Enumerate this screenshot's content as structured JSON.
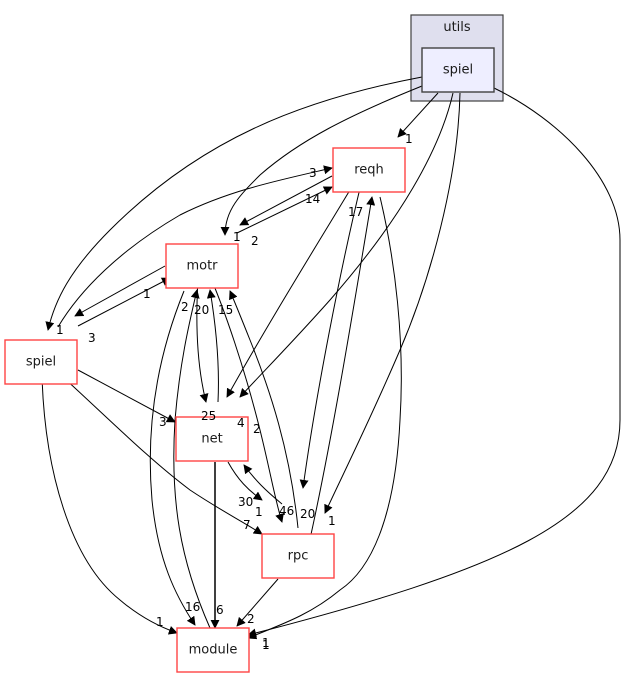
{
  "graph": {
    "type": "directory-dependency-graph",
    "colors": {
      "cluster_fill": "#dfdfee",
      "cluster_stroke": "#404040",
      "focus_fill": "#eeeeff",
      "focus_stroke": "#404040",
      "node_fill": "#ffffff",
      "node_stroke": "#ff4444",
      "edge": "#000000"
    },
    "cluster": {
      "id": "utils",
      "label": "utils"
    },
    "nodes": [
      {
        "id": "utils_spiel",
        "label": "spiel",
        "kind": "focus",
        "parent": "utils"
      },
      {
        "id": "reqh",
        "label": "reqh",
        "kind": "dir"
      },
      {
        "id": "motr",
        "label": "motr",
        "kind": "dir"
      },
      {
        "id": "spiel",
        "label": "spiel",
        "kind": "dir"
      },
      {
        "id": "net",
        "label": "net",
        "kind": "dir"
      },
      {
        "id": "rpc",
        "label": "rpc",
        "kind": "dir"
      },
      {
        "id": "module",
        "label": "module",
        "kind": "dir"
      }
    ],
    "edges": [
      {
        "from": "utils_spiel",
        "to": "reqh",
        "label": "1"
      },
      {
        "from": "utils_spiel",
        "to": "motr",
        "label": "1"
      },
      {
        "from": "utils_spiel",
        "to": "spiel",
        "label": "1"
      },
      {
        "from": "utils_spiel",
        "to": "net",
        "label": "2"
      },
      {
        "from": "utils_spiel",
        "to": "rpc",
        "label": "1"
      },
      {
        "from": "utils_spiel",
        "to": "module",
        "label": "1"
      },
      {
        "from": "spiel",
        "to": "reqh",
        "label": "3"
      },
      {
        "from": "motr",
        "to": "reqh",
        "label": "14"
      },
      {
        "from": "reqh",
        "to": "motr",
        "label": "2"
      },
      {
        "from": "spiel",
        "to": "motr",
        "label": "1"
      },
      {
        "from": "motr",
        "to": "spiel",
        "label": "3"
      },
      {
        "from": "rpc",
        "to": "reqh",
        "label": "17"
      },
      {
        "from": "reqh",
        "to": "net",
        "label": "4"
      },
      {
        "from": "reqh",
        "to": "rpc",
        "label": "20"
      },
      {
        "from": "reqh",
        "to": "module",
        "label": "1"
      },
      {
        "from": "net",
        "to": "motr",
        "label": "20"
      },
      {
        "from": "rpc",
        "to": "motr",
        "label": "15"
      },
      {
        "from": "module",
        "to": "motr",
        "label": "2"
      },
      {
        "from": "motr",
        "to": "net",
        "label": "25"
      },
      {
        "from": "motr",
        "to": "rpc",
        "label": "46"
      },
      {
        "from": "motr",
        "to": "module",
        "label": "16"
      },
      {
        "from": "spiel",
        "to": "net",
        "label": "3"
      },
      {
        "from": "spiel",
        "to": "rpc",
        "label": "7"
      },
      {
        "from": "spiel",
        "to": "module",
        "label": "1"
      },
      {
        "from": "net",
        "to": "rpc",
        "label": "1"
      },
      {
        "from": "rpc",
        "to": "net",
        "label": "30"
      },
      {
        "from": "net",
        "to": "module",
        "label": "6"
      },
      {
        "from": "rpc",
        "to": "module",
        "label": "2"
      }
    ]
  }
}
